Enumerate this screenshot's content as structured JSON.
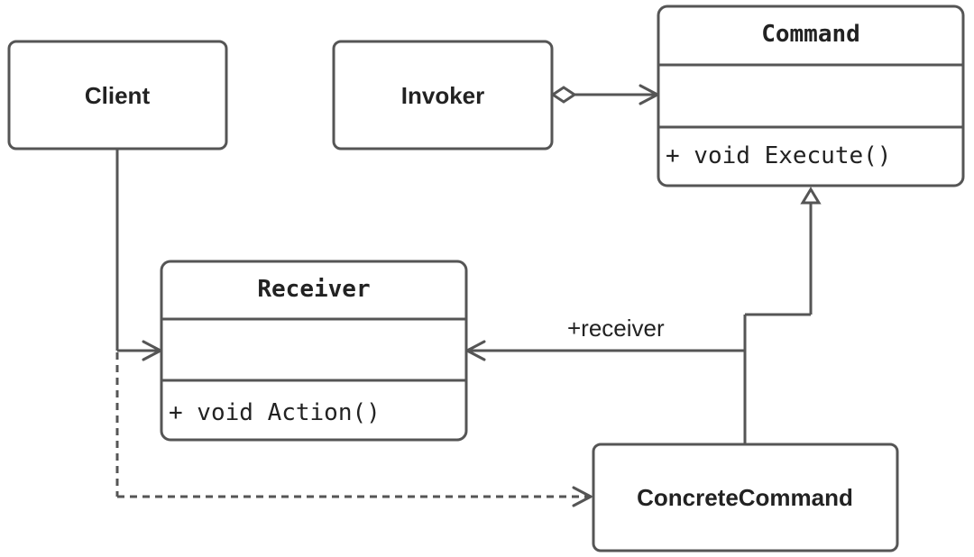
{
  "classes": {
    "client": {
      "name": "Client"
    },
    "invoker": {
      "name": "Invoker"
    },
    "command": {
      "name": "Command",
      "method": "+ void Execute()"
    },
    "receiver": {
      "name": "Receiver",
      "method": "+ void Action()"
    },
    "concrete_command": {
      "name": "ConcreteCommand"
    }
  },
  "relations": {
    "receiver_role": "+receiver"
  }
}
